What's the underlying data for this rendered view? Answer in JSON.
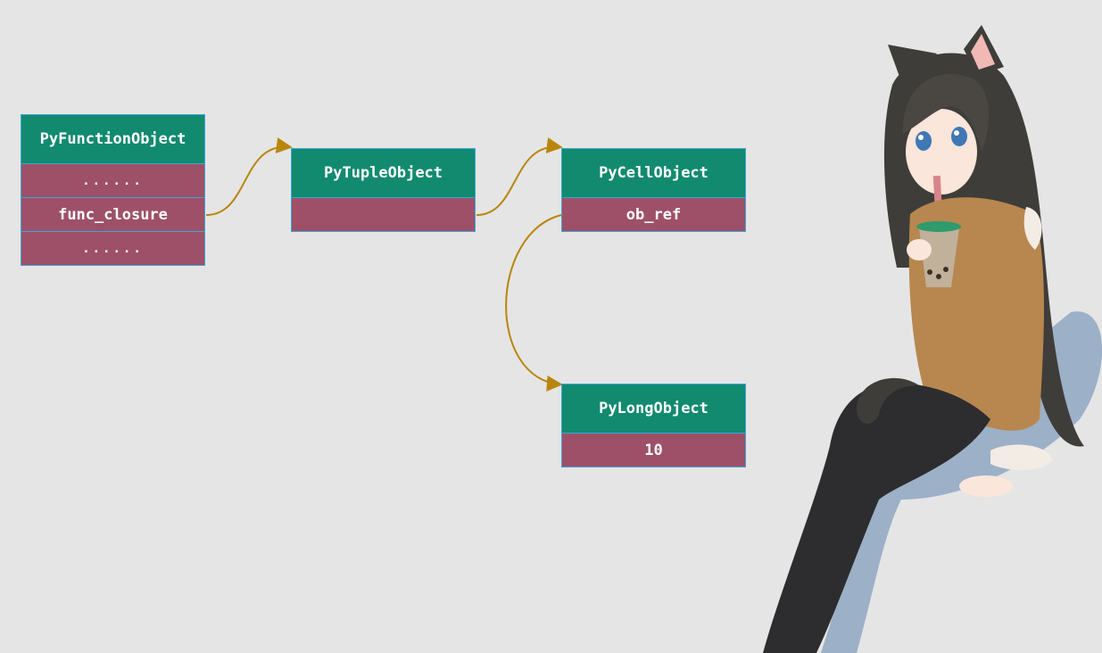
{
  "diagram": {
    "objects": [
      {
        "id": "func",
        "title": "PyFunctionObject",
        "fields": [
          "......",
          "func_closure",
          "......"
        ]
      },
      {
        "id": "tuple",
        "title": "PyTupleObject",
        "fields": [
          ""
        ]
      },
      {
        "id": "cell",
        "title": "PyCellObject",
        "fields": [
          "ob_ref"
        ]
      },
      {
        "id": "long",
        "title": "PyLongObject",
        "fields": [
          "10"
        ]
      }
    ],
    "connections": [
      {
        "from": "func.func_closure",
        "to": "tuple"
      },
      {
        "from": "tuple.field0",
        "to": "cell"
      },
      {
        "from": "cell.ob_ref",
        "to": "long"
      }
    ],
    "colors": {
      "background": "#e5e5e5",
      "header": "#128a70",
      "field": "#9e5069",
      "border": "#3aa6d0",
      "arrow": "#b8860b"
    }
  },
  "illustration": {
    "subject": "anime cat-ear girl drinking bubble tea"
  }
}
